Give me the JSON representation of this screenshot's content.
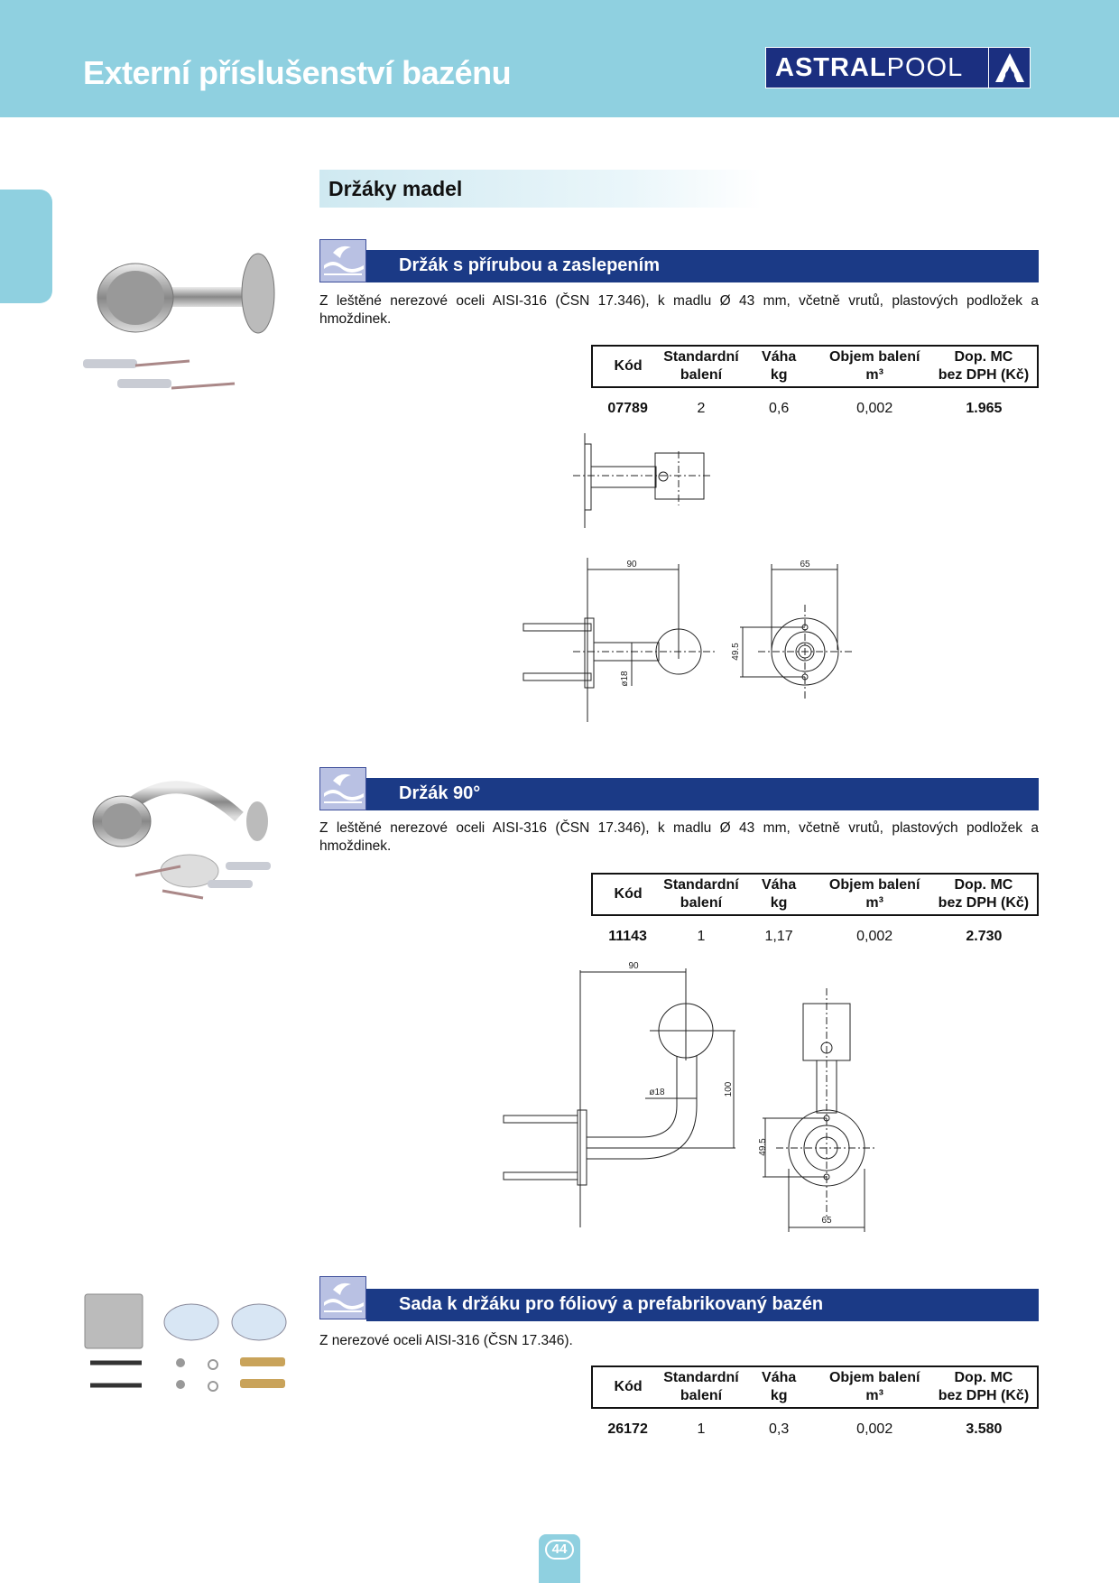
{
  "header": {
    "title": "Externí příslušenství bazénu",
    "logo": {
      "bold": "ASTRAL",
      "light": "POOL"
    }
  },
  "section_title": "Držáky madel",
  "table_headers": {
    "kod": "Kód",
    "standard": [
      "Standardní",
      "balení"
    ],
    "vaha": [
      "Váha",
      "kg"
    ],
    "objem": [
      "Objem balení",
      "m³"
    ],
    "cena": [
      "Dop. MC",
      "bez DPH (Kč)"
    ]
  },
  "products": [
    {
      "title": "Držák s přírubou a zaslepením",
      "description": "Z leštěné nerezové oceli AISI-316 (ČSN 17.346), k madlu Ø 43 mm, včetně vrutů, plastových podložek a  hmoždinek.",
      "row": {
        "kod": "07789",
        "standard": "2",
        "vaha": "0,6",
        "objem": "0,002",
        "cena": "1.965"
      },
      "dims": {
        "a": "90",
        "b": "65",
        "c": "49.5",
        "d": "ø18"
      }
    },
    {
      "title": "Držák 90°",
      "description": "Z leštěné nerezové oceli AISI-316 (ČSN 17.346), k madlu Ø 43 mm, včetně vrutů, plastových podložek a  hmoždinek.",
      "row": {
        "kod": "11143",
        "standard": "1",
        "vaha": "1,17",
        "objem": "0,002",
        "cena": "2.730"
      },
      "dims": {
        "a": "90",
        "b": "65",
        "c": "49.5",
        "d": "ø18",
        "e": "100"
      }
    },
    {
      "title": "Sada k držáku pro fóliový a prefabrikovaný bazén",
      "description": "Z nerezové oceli AISI-316 (ČSN 17.346).",
      "row": {
        "kod": "26172",
        "standard": "1",
        "vaha": "0,3",
        "objem": "0,002",
        "cena": "3.580"
      }
    }
  ],
  "page_number": "44"
}
